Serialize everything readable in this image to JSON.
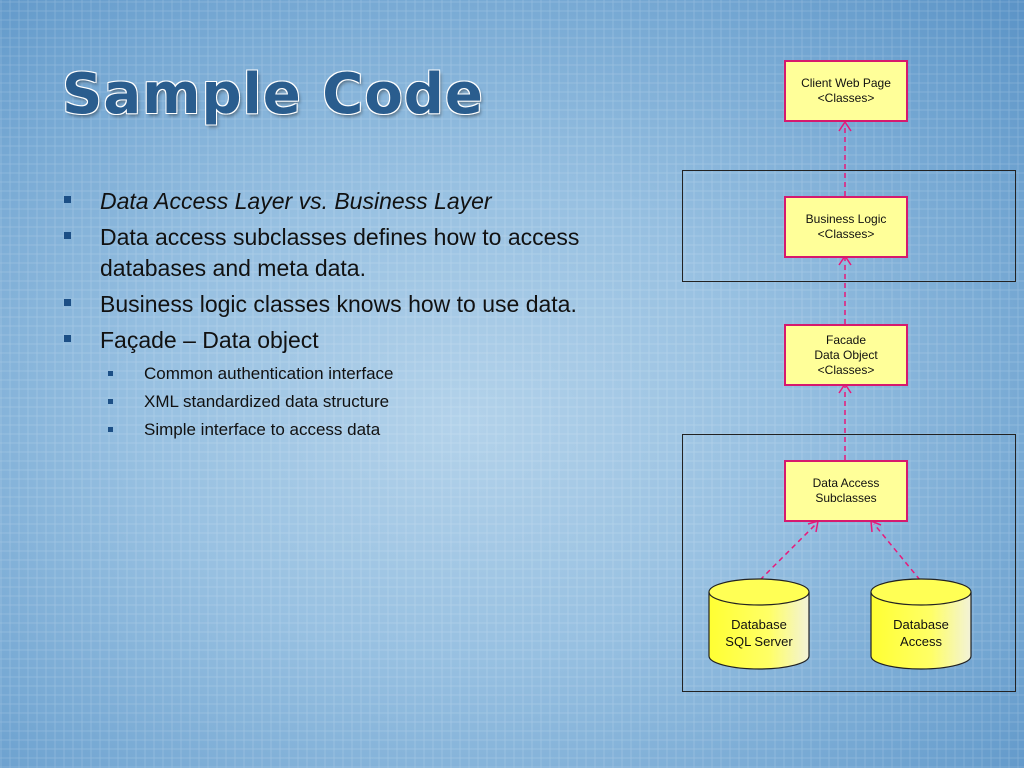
{
  "slide": {
    "title": "Sample Code",
    "bullets": [
      {
        "text": "Data Access Layer vs. Business Layer",
        "italic": true
      },
      {
        "text": "Data access subclasses defines how to access databases and meta data."
      },
      {
        "text": "Business logic classes knows how to use data."
      },
      {
        "text": "Façade – Data object"
      }
    ],
    "sub_bullets": [
      "Common authentication interface",
      "XML standardized data structure",
      "Simple interface to access data"
    ]
  },
  "diagram": {
    "nodes": {
      "client": {
        "line1": "Client Web Page",
        "line2": "<Classes>"
      },
      "business": {
        "line1": "Business Logic",
        "line2": "<Classes>"
      },
      "facade": {
        "line1": "Facade",
        "line2": "Data Object",
        "line3": "<Classes>"
      },
      "data_access": {
        "line1": "Data Access",
        "line2": "Subclasses"
      },
      "db_sql": {
        "line1": "Database",
        "line2": "SQL Server"
      },
      "db_access": {
        "line1": "Database",
        "line2": "Access"
      }
    },
    "colors": {
      "node_fill": "#ffff99",
      "node_border": "#d6196e",
      "arrow": "#e8197a",
      "frame": "#222222"
    }
  }
}
